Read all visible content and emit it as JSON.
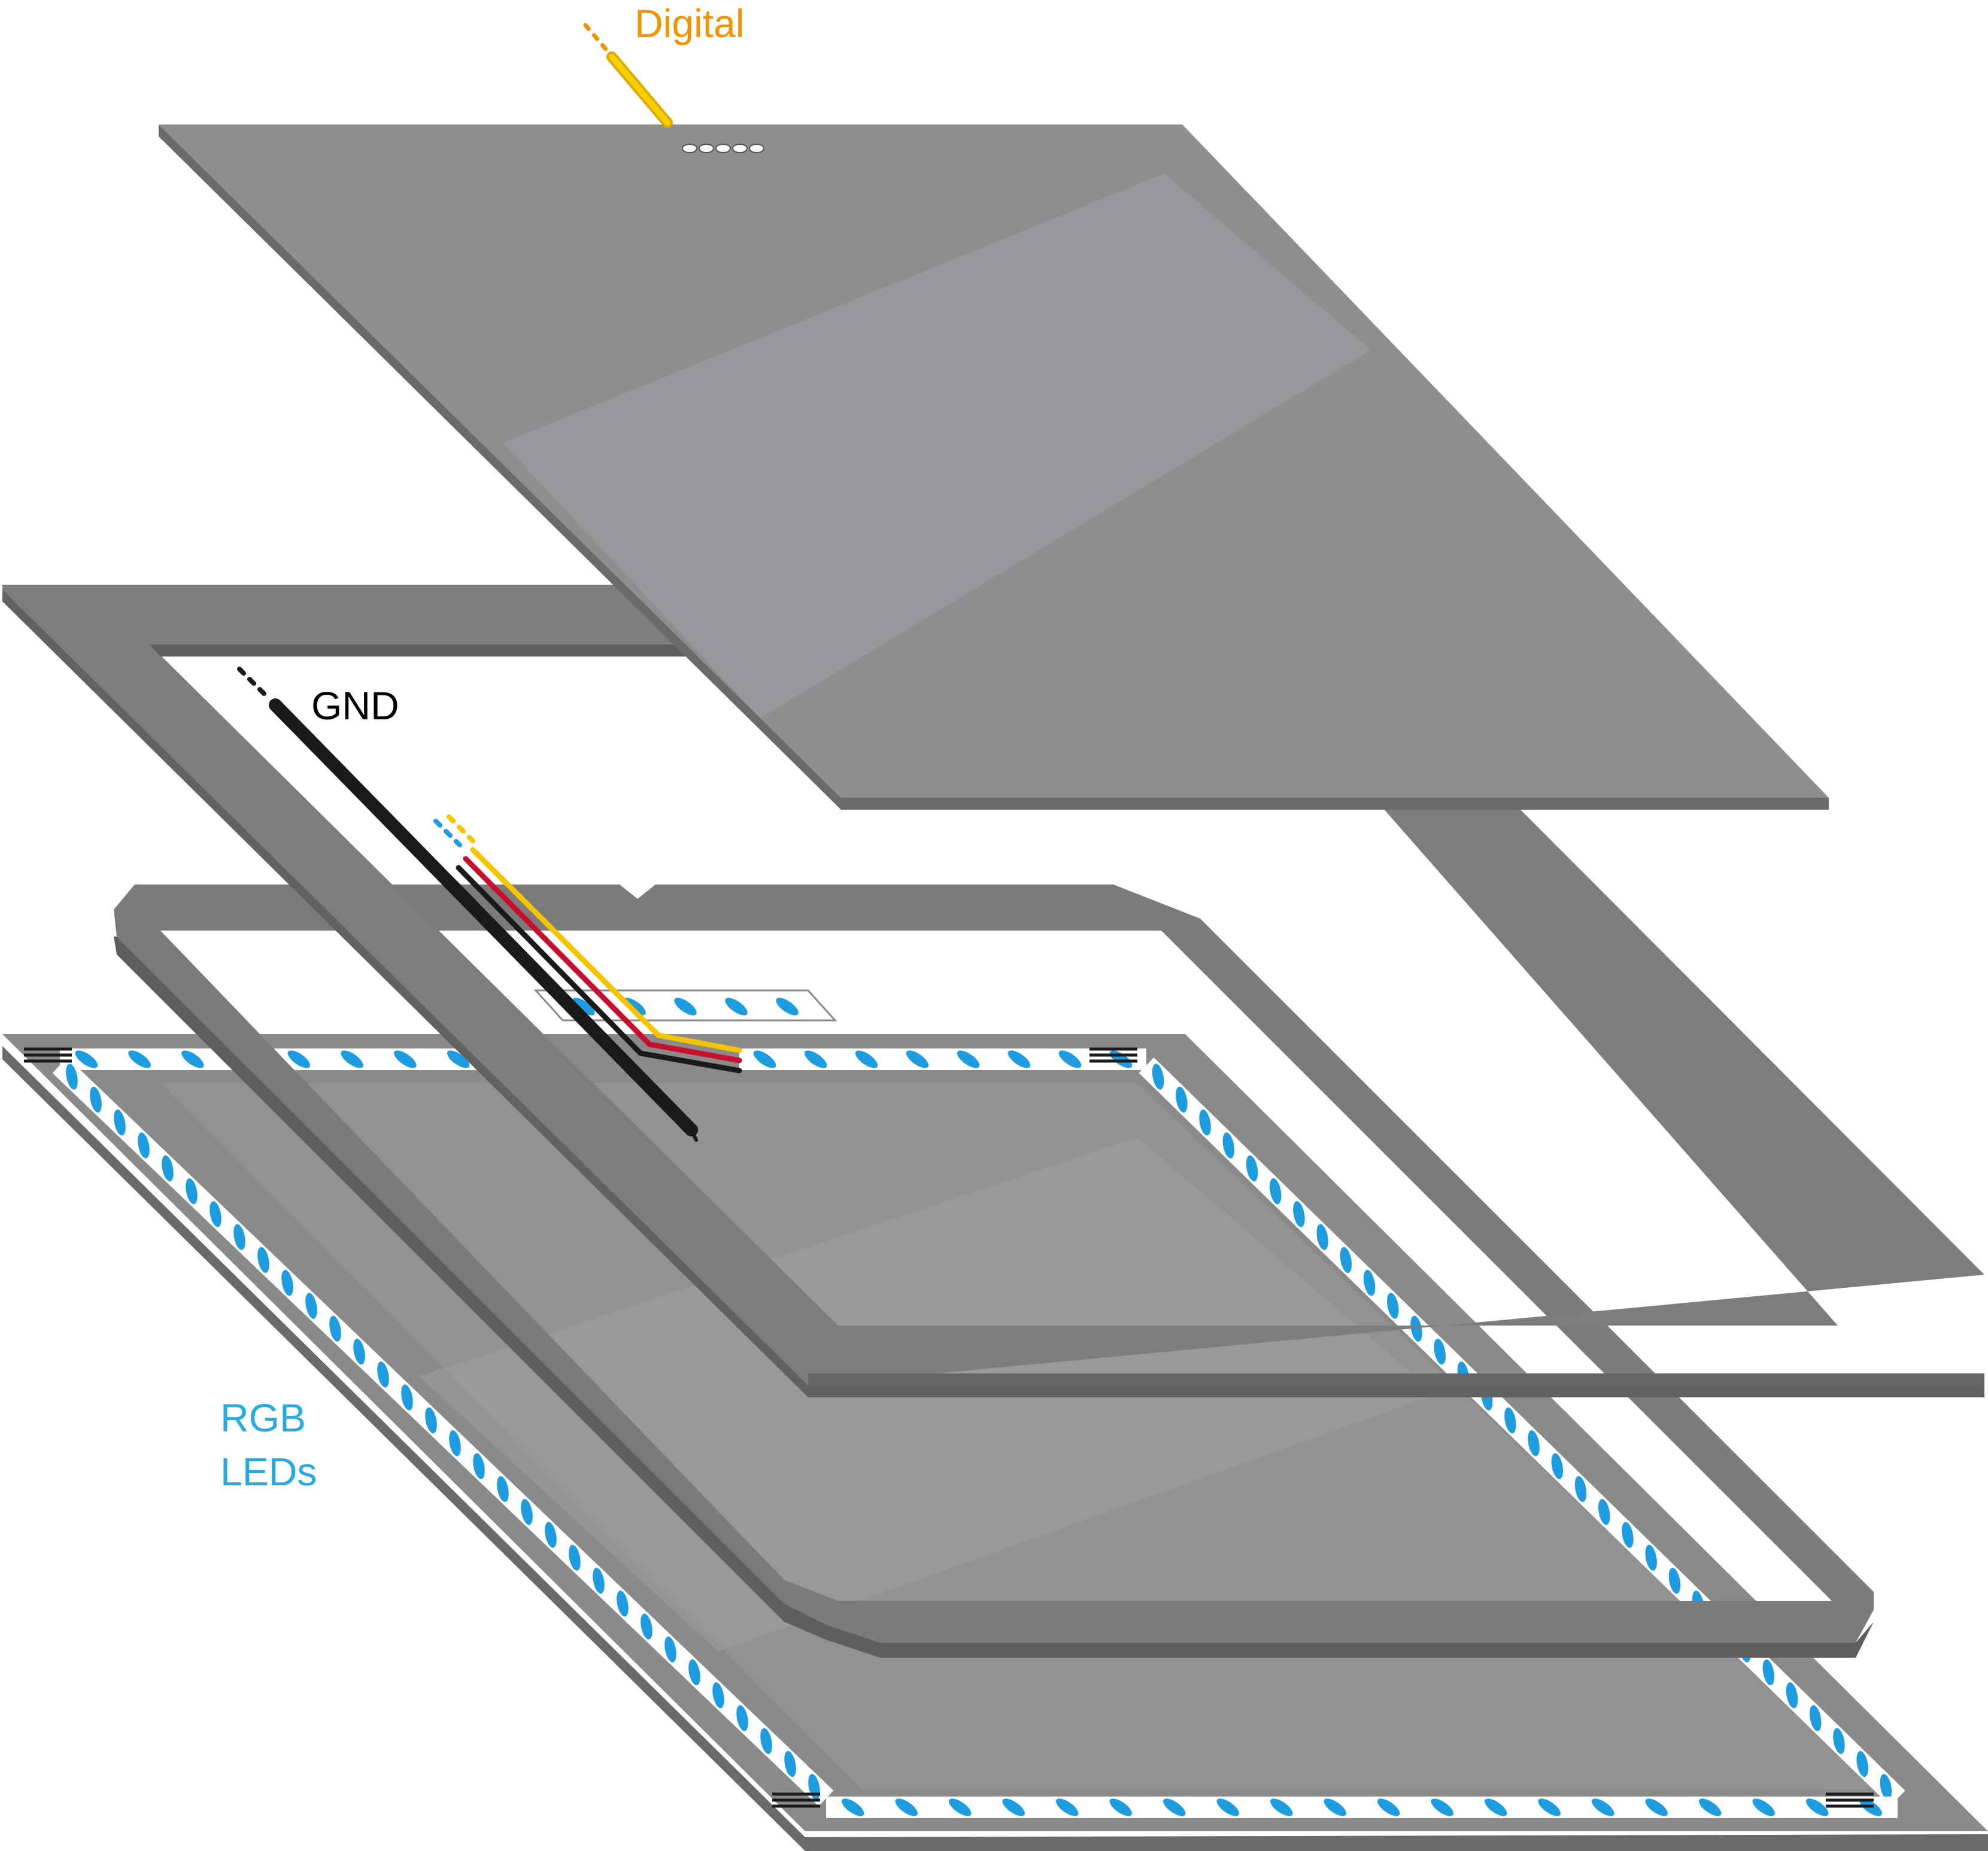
{
  "labels": {
    "digital": "Digital",
    "gnd": "GND",
    "rgb_line1": "RGB",
    "rgb_line2": "LEDs"
  },
  "colors": {
    "panel_top": "#8e8e8e",
    "panel_edge": "#6a6a6a",
    "frame": "#7b7b7b",
    "strip": "#ffffff",
    "led": "#1e9ce0",
    "wire_digital": "#f5c400",
    "wire_power": "#c8102e",
    "wire_gnd": "#1a1a1a",
    "label_digital": "#f39200",
    "label_gnd": "#000000",
    "label_rgb": "#29a9e1"
  }
}
